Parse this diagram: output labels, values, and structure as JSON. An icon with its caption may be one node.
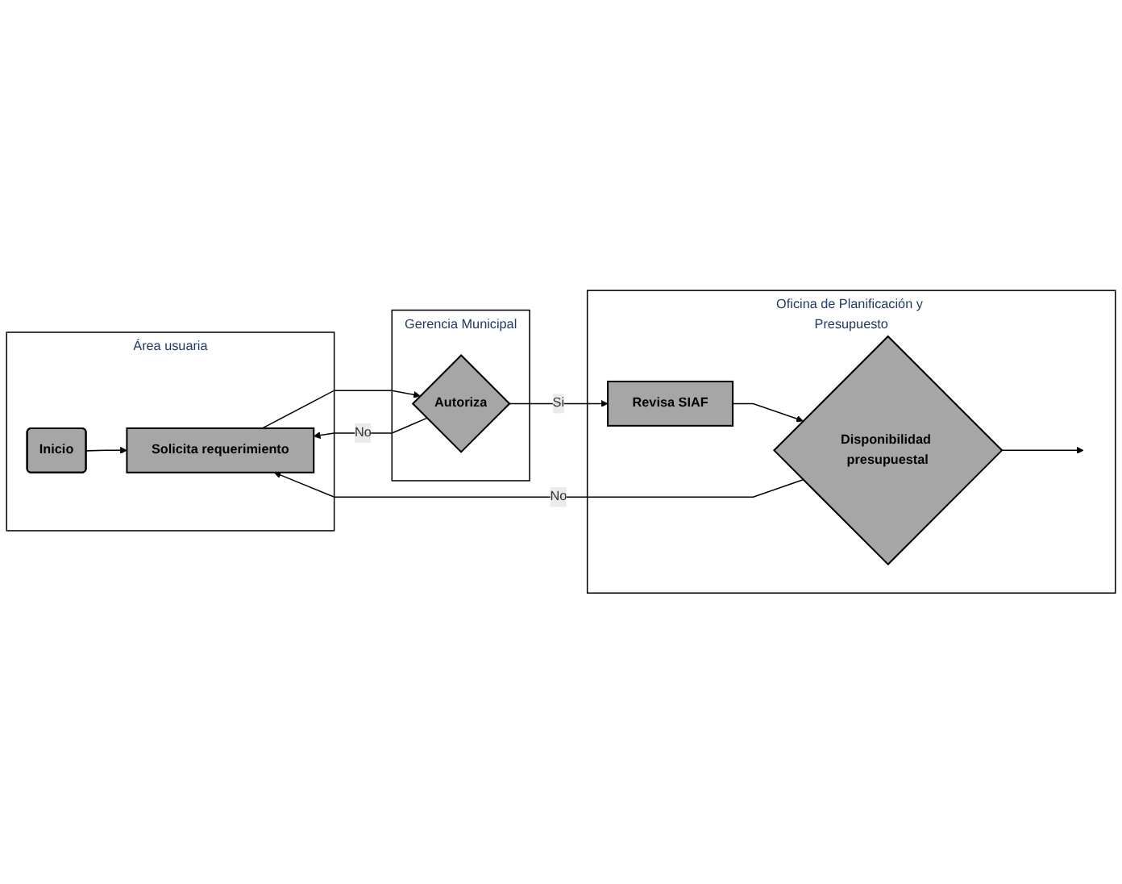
{
  "diagram": {
    "nodes": [
      {
        "text": [
          "Área usuaria"
        ]
      },
      {
        "text": [
          "Gerencia Municipal"
        ]
      },
      {
        "text": [
          "Oficina de Planificación y Presupuesto"
        ]
      },
      {
        "text": [
          "Inicio"
        ],
        "in": 0
      },
      {
        "text": [
          "Solicita requerimiento"
        ],
        "in": 0
      },
      {
        "text": [
          "Autoriza"
        ],
        "in": 1
      },
      {
        "text": [
          "Revisa SIAF"
        ],
        "in": 2
      },
      {
        "text": [
          "Disponibilidad presupuestal"
        ],
        "in": 2
      }
    ],
    "edges": [
      {
        "from": 3,
        "to": 4,
        "arrow": "to"
      },
      {
        "from": 4,
        "to": 5,
        "arrow": "to"
      },
      {
        "from": 5,
        "to": 6,
        "arrow": "to",
        "label": "Si"
      },
      {
        "from": 5,
        "to": 4,
        "arrow": "to",
        "label": "No"
      },
      {
        "from": 6,
        "to": 7,
        "arrow": "to"
      },
      {
        "from": 7,
        "to": 4,
        "arrow": "to",
        "label": "No"
      },
      {
        "from": 7,
        "to": null,
        "arrow": "to"
      }
    ]
  }
}
